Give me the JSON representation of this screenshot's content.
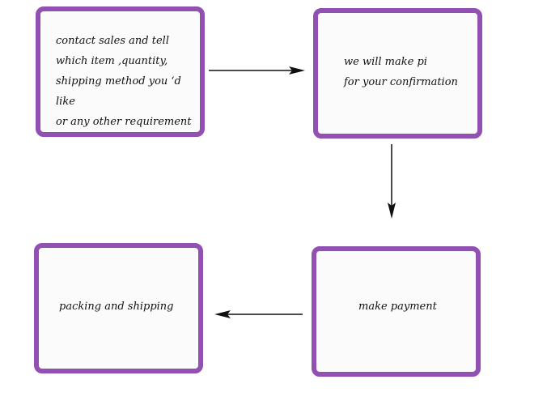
{
  "diagram": {
    "accent_color": "#9350b3",
    "steps": [
      {
        "id": "contact",
        "text": "contact sales and tell\nwhich item ,quantity,\nshipping method you ‘d like\nor any other requirement"
      },
      {
        "id": "pi",
        "text": "we will make pi\nfor your confirmation"
      },
      {
        "id": "payment",
        "text": "make payment"
      },
      {
        "id": "packing",
        "text": "packing and  shipping"
      }
    ],
    "connections": [
      {
        "from": "contact",
        "to": "pi"
      },
      {
        "from": "pi",
        "to": "payment"
      },
      {
        "from": "payment",
        "to": "packing"
      }
    ]
  }
}
